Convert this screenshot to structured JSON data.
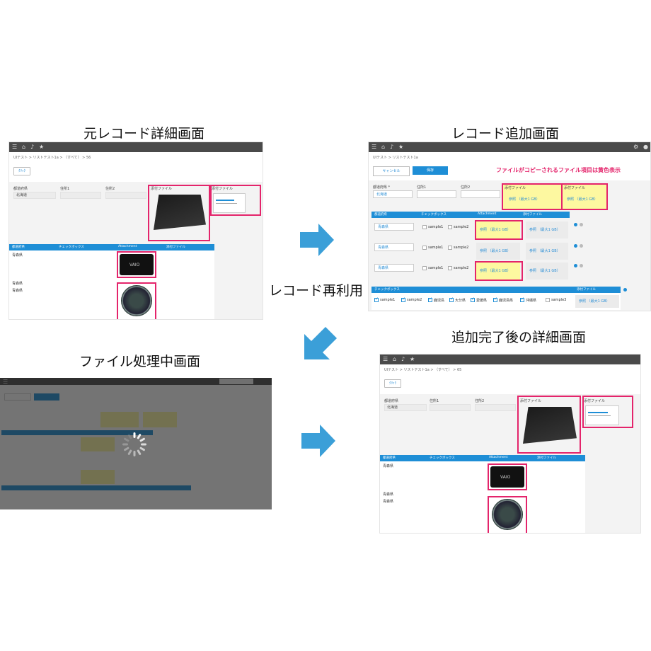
{
  "captions": {
    "top_left": "元レコード詳細画面",
    "top_right": "レコード追加画面",
    "middle": "レコード再利用",
    "bottom_left": "ファイル処理中画面",
    "bottom_right": "追加完了後の詳細画面"
  },
  "breadcrumb": {
    "app": "UIテスト",
    "list": "リストテスト1a",
    "view": "（すべて）",
    "record_id": "56",
    "record_id_new": "65"
  },
  "detail": {
    "edit_label": "ｸﾘｯｸ",
    "fields": {
      "prefecture_label": "都道府県",
      "prefecture_value": "北海道",
      "address1_label": "住所1",
      "address2_label": "住所2",
      "attachment_label": "添付ファイル",
      "attachment2_label": "添付ファイル"
    },
    "table": {
      "headers": [
        "都道府県",
        "チェックボックス",
        "Attachment",
        "添付ファイル"
      ],
      "rows": [
        "青森県",
        "青森県",
        "青森県"
      ]
    }
  },
  "add": {
    "cancel_label": "キャンセル",
    "save_label": "保存",
    "note": "ファイルがコピーされるファイル項目は黄色表示",
    "prefecture_label": "都道府県 *",
    "prefecture_value": "北海道",
    "address1_label": "住所1",
    "address2_label": "住所2",
    "attachment_label": "添付ファイル",
    "attachment2_label": "添付ファイル",
    "browse_label": "参照",
    "max_label": "（最大1 GB）",
    "table_headers": [
      "都道府県",
      "チェックボックス",
      "Attachment",
      "添付ファイル"
    ],
    "table_rows": [
      {
        "pref": "青森県",
        "c1": "sample1",
        "c2": "sample2"
      },
      {
        "pref": "青森県",
        "c1": "sample1",
        "c2": "sample2"
      },
      {
        "pref": "青森県",
        "c1": "sample1",
        "c2": "sample2"
      }
    ],
    "checkbox_section_label": "チェックボックス",
    "checkbox_section_attach": "添付ファイル",
    "checkbox_items": [
      "sample1",
      "sample2",
      "鹿児島",
      "大分県",
      "愛媛県",
      "鹿児島県",
      "沖縄県",
      "sample3"
    ]
  },
  "colors": {
    "accent": "#1e8ed6",
    "highlight": "#e4246b",
    "copy_yellow": "#fdf8a0",
    "arrow": "#3b9fd8",
    "topbar": "#4a4a4a"
  }
}
